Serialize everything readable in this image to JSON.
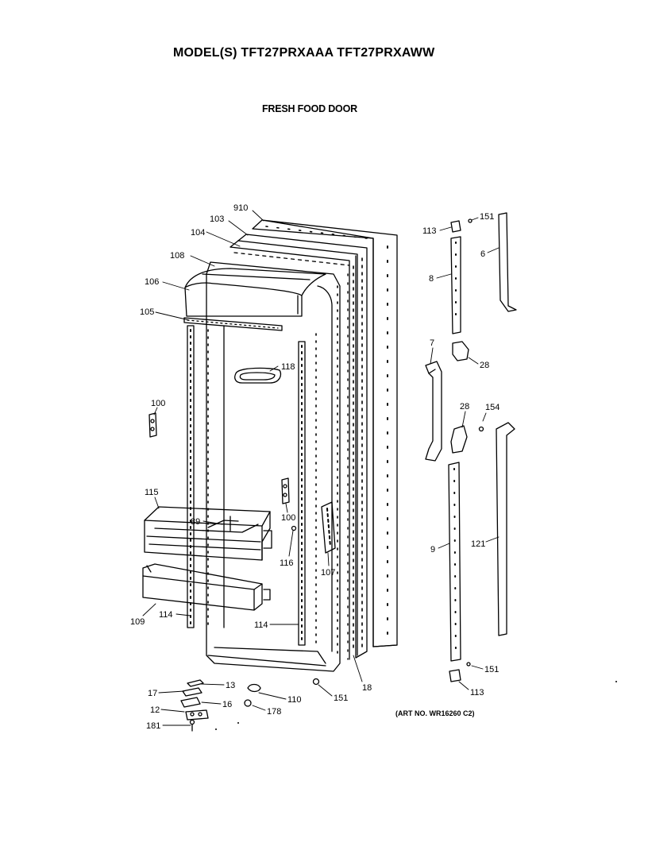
{
  "header": {
    "model_line": "MODEL(S) TFT27PRXAAA  TFT27PRXAWW",
    "section_title": "FRESH FOOD DOOR"
  },
  "footer": {
    "art_number": "(ART NO. WR16260 C2)"
  },
  "callouts": [
    {
      "id": "c910",
      "label": "910"
    },
    {
      "id": "c103",
      "label": "103"
    },
    {
      "id": "c104",
      "label": "104"
    },
    {
      "id": "c108",
      "label": "108"
    },
    {
      "id": "c106",
      "label": "106"
    },
    {
      "id": "c105",
      "label": "105"
    },
    {
      "id": "c118",
      "label": "118"
    },
    {
      "id": "c100a",
      "label": "100"
    },
    {
      "id": "c115",
      "label": "115"
    },
    {
      "id": "c89",
      "label": "89"
    },
    {
      "id": "c100b",
      "label": "100"
    },
    {
      "id": "c116",
      "label": "116"
    },
    {
      "id": "c107",
      "label": "107"
    },
    {
      "id": "c109",
      "label": "109"
    },
    {
      "id": "c114a",
      "label": "114"
    },
    {
      "id": "c114b",
      "label": "114"
    },
    {
      "id": "c17",
      "label": "17"
    },
    {
      "id": "c13",
      "label": "13"
    },
    {
      "id": "c16",
      "label": "16"
    },
    {
      "id": "c12",
      "label": "12"
    },
    {
      "id": "c181",
      "label": "181"
    },
    {
      "id": "c110",
      "label": "110"
    },
    {
      "id": "c178",
      "label": "178"
    },
    {
      "id": "c151a",
      "label": "151"
    },
    {
      "id": "c18",
      "label": "18"
    },
    {
      "id": "c113a",
      "label": "113"
    },
    {
      "id": "c151b",
      "label": "151"
    },
    {
      "id": "c6",
      "label": "6"
    },
    {
      "id": "c8",
      "label": "8"
    },
    {
      "id": "c7",
      "label": "7"
    },
    {
      "id": "c28a",
      "label": "28"
    },
    {
      "id": "c28b",
      "label": "28"
    },
    {
      "id": "c154",
      "label": "154"
    },
    {
      "id": "c9",
      "label": "9"
    },
    {
      "id": "c121",
      "label": "121"
    },
    {
      "id": "c151c",
      "label": "151"
    },
    {
      "id": "c113b",
      "label": "113"
    }
  ]
}
